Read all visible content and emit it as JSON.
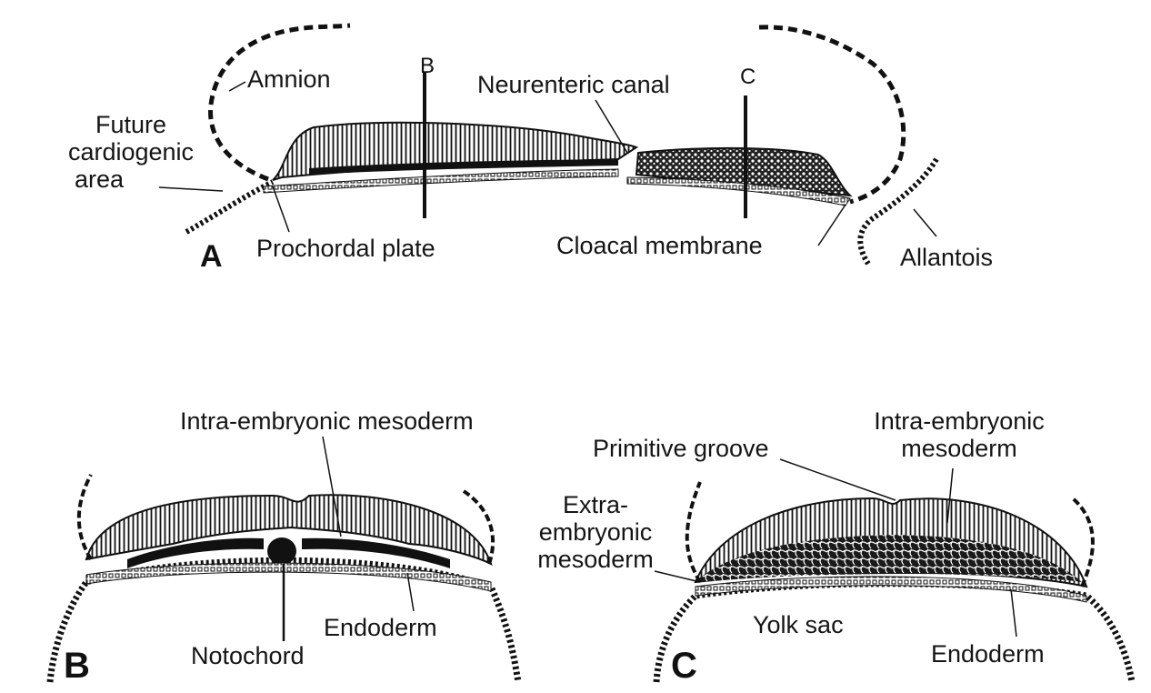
{
  "panels": {
    "a": {
      "letter": "A",
      "section_b": "B",
      "section_c": "C",
      "labels": {
        "amnion": "Amnion",
        "future_cardiogenic_area": [
          "Future",
          "cardiogenic",
          "area"
        ],
        "prochordal_plate": "Prochordal plate",
        "neurenteric_canal": "Neurenteric canal",
        "cloacal_membrane": "Cloacal membrane",
        "allantois": "Allantois"
      }
    },
    "b": {
      "letter": "B",
      "labels": {
        "intra_embryonic_mesoderm": "Intra-embryonic mesoderm",
        "notochord": "Notochord",
        "endoderm": "Endoderm"
      }
    },
    "c": {
      "letter": "C",
      "labels": {
        "primitive_groove": "Primitive groove",
        "intra_embryonic_mesoderm": [
          "Intra-embryonic",
          "mesoderm"
        ],
        "extra_embryonic_mesoderm": [
          "Extra-",
          "embryonic",
          "mesoderm"
        ],
        "yolk_sac": "Yolk sac",
        "endoderm": "Endoderm"
      }
    }
  },
  "colors": {
    "ink": "#111111",
    "background": "#ffffff"
  }
}
